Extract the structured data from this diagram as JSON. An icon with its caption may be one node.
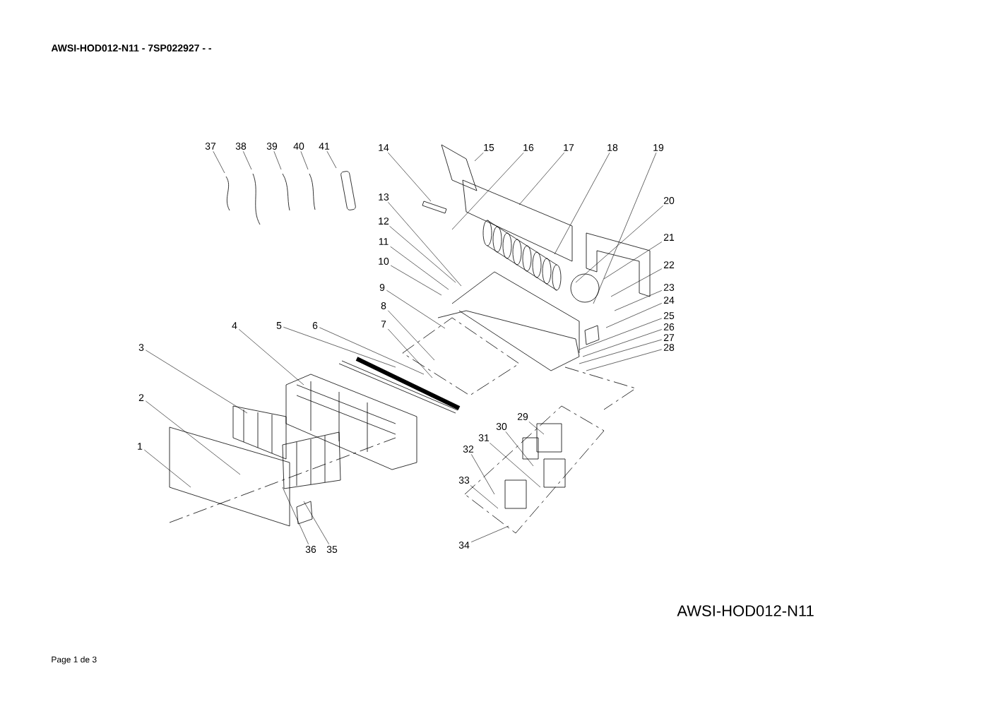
{
  "diagram": {
    "title": "AWSI-HOD012-N11 - 7SP022927 -  -",
    "nodes": [
      {
        "text": [
          "1"
        ]
      },
      {
        "text": [
          "2"
        ]
      },
      {
        "text": [
          "3"
        ]
      },
      {
        "text": [
          "4"
        ]
      },
      {
        "text": [
          "5"
        ]
      },
      {
        "text": [
          "6"
        ]
      },
      {
        "text": [
          "7"
        ]
      },
      {
        "text": [
          "8"
        ]
      },
      {
        "text": [
          "9"
        ]
      },
      {
        "text": [
          "10"
        ]
      },
      {
        "text": [
          "11"
        ]
      },
      {
        "text": [
          "12"
        ]
      },
      {
        "text": [
          "13"
        ]
      },
      {
        "text": [
          "14"
        ]
      },
      {
        "text": [
          "15"
        ]
      },
      {
        "text": [
          "16"
        ]
      },
      {
        "text": [
          "17"
        ]
      },
      {
        "text": [
          "18"
        ]
      },
      {
        "text": [
          "19"
        ]
      },
      {
        "text": [
          "20"
        ]
      },
      {
        "text": [
          "21"
        ]
      },
      {
        "text": [
          "22"
        ]
      },
      {
        "text": [
          "23"
        ]
      },
      {
        "text": [
          "24"
        ]
      },
      {
        "text": [
          "25"
        ]
      },
      {
        "text": [
          "26"
        ]
      },
      {
        "text": [
          "27"
        ]
      },
      {
        "text": [
          "28"
        ]
      },
      {
        "text": [
          "29"
        ]
      },
      {
        "text": [
          "30"
        ]
      },
      {
        "text": [
          "31"
        ]
      },
      {
        "text": [
          "32"
        ]
      },
      {
        "text": [
          "33"
        ]
      },
      {
        "text": [
          "34"
        ]
      },
      {
        "text": [
          "35"
        ]
      },
      {
        "text": [
          "36"
        ]
      },
      {
        "text": [
          "37"
        ]
      },
      {
        "text": [
          "38"
        ]
      },
      {
        "text": [
          "39"
        ]
      },
      {
        "text": [
          "40"
        ]
      },
      {
        "text": [
          "41"
        ]
      }
    ],
    "edges": [
      {
        "from": 0,
        "to": null,
        "arrow": "none"
      },
      {
        "from": 1,
        "to": null,
        "arrow": "none"
      },
      {
        "from": 2,
        "to": null,
        "arrow": "none"
      },
      {
        "from": 3,
        "to": null,
        "arrow": "none"
      },
      {
        "from": 4,
        "to": null,
        "arrow": "none"
      },
      {
        "from": 5,
        "to": null,
        "arrow": "none"
      },
      {
        "from": 6,
        "to": null,
        "arrow": "none"
      },
      {
        "from": 7,
        "to": null,
        "arrow": "none"
      },
      {
        "from": 8,
        "to": null,
        "arrow": "none"
      },
      {
        "from": 9,
        "to": null,
        "arrow": "none"
      },
      {
        "from": 10,
        "to": null,
        "arrow": "none"
      },
      {
        "from": 11,
        "to": null,
        "arrow": "none"
      },
      {
        "from": 12,
        "to": null,
        "arrow": "none"
      },
      {
        "from": 13,
        "to": null,
        "arrow": "none"
      },
      {
        "from": 14,
        "to": null,
        "arrow": "none"
      },
      {
        "from": 15,
        "to": null,
        "arrow": "none"
      },
      {
        "from": 16,
        "to": null,
        "arrow": "none"
      },
      {
        "from": 17,
        "to": null,
        "arrow": "none"
      },
      {
        "from": 18,
        "to": null,
        "arrow": "none"
      },
      {
        "from": 19,
        "to": null,
        "arrow": "none"
      },
      {
        "from": 20,
        "to": null,
        "arrow": "none"
      },
      {
        "from": 21,
        "to": null,
        "arrow": "none"
      },
      {
        "from": 22,
        "to": null,
        "arrow": "none"
      },
      {
        "from": 23,
        "to": null,
        "arrow": "none"
      },
      {
        "from": 24,
        "to": null,
        "arrow": "none"
      },
      {
        "from": 25,
        "to": null,
        "arrow": "none"
      },
      {
        "from": 26,
        "to": null,
        "arrow": "none"
      },
      {
        "from": 27,
        "to": null,
        "arrow": "none"
      },
      {
        "from": 28,
        "to": null,
        "arrow": "none"
      },
      {
        "from": 29,
        "to": null,
        "arrow": "none"
      },
      {
        "from": 30,
        "to": null,
        "arrow": "none"
      },
      {
        "from": 31,
        "to": null,
        "arrow": "none"
      },
      {
        "from": 32,
        "to": null,
        "arrow": "none"
      },
      {
        "from": 33,
        "to": null,
        "arrow": "none"
      },
      {
        "from": 34,
        "to": null,
        "arrow": "none"
      },
      {
        "from": 35,
        "to": null,
        "arrow": "none"
      },
      {
        "from": 36,
        "to": null,
        "arrow": "none"
      },
      {
        "from": 37,
        "to": null,
        "arrow": "none"
      },
      {
        "from": 38,
        "to": null,
        "arrow": "none"
      },
      {
        "from": 39,
        "to": null,
        "arrow": "none"
      },
      {
        "from": 40,
        "to": null,
        "arrow": "none"
      }
    ],
    "labels": [
      "AWSI-HOD012-N11",
      "Page 1 de 3"
    ]
  }
}
